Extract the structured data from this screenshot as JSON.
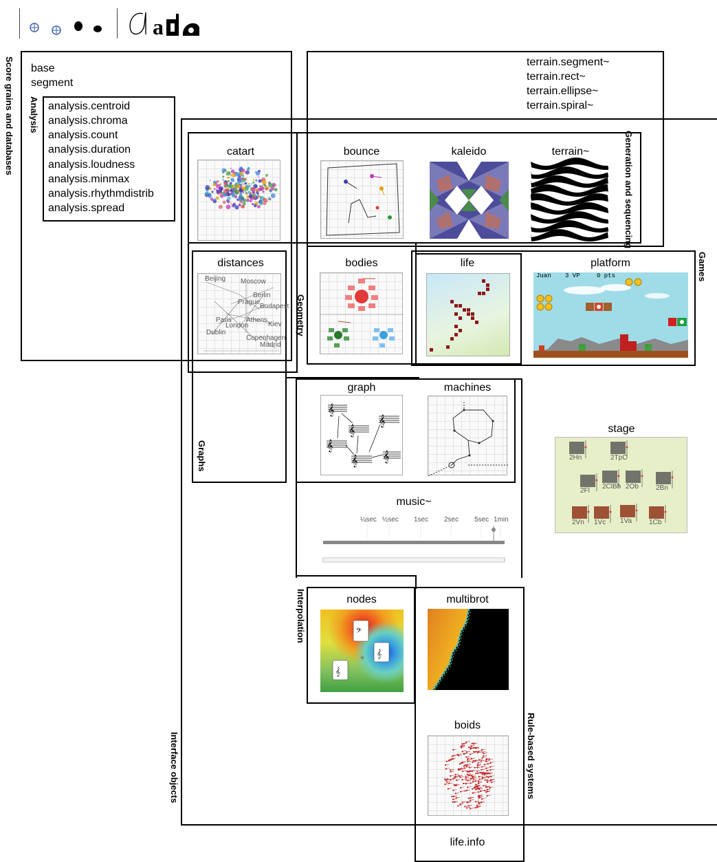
{
  "logo": {
    "text": "dada"
  },
  "regions": {
    "score": "Score grains and databases",
    "analysis": "Analysis",
    "generation": "Generation and sequencing",
    "games": "Games",
    "geometry": "Geometry",
    "graphs": "Graphs",
    "interpolation": "Interpolation",
    "rule": "Rule-based systems",
    "interface": "Interface objects"
  },
  "score_items": [
    "base",
    "segment"
  ],
  "analysis_items": [
    "analysis.centroid",
    "analysis.chroma",
    "analysis.count",
    "analysis.duration",
    "analysis.loudness",
    "analysis.minmax",
    "analysis.rhythmdistrib",
    "analysis.spread"
  ],
  "terrain_items": [
    "terrain.segment~",
    "terrain.rect~",
    "terrain.ellipse~",
    "terrain.spiral~"
  ],
  "objects": {
    "catart": "catart",
    "bounce": "bounce",
    "kaleido": "kaleido",
    "terrain": "terrain~",
    "distances": "distances",
    "bodies": "bodies",
    "life": "life",
    "platform": "platform",
    "graph": "graph",
    "machines": "machines",
    "stage": "stage",
    "music": "music~",
    "nodes": "nodes",
    "multibrot": "multibrot",
    "boids": "boids",
    "lifeinfo": "life.info"
  },
  "platform_hud": {
    "player": "Juan",
    "vp": "3 VP",
    "pts": "0 pts"
  },
  "music_ticks": [
    "¼sec",
    "½sec",
    "1sec",
    "2sec",
    "5sec",
    "1min"
  ],
  "stage_instruments": [
    "2Hn",
    "2TpC",
    "2Fl",
    "2ClBb",
    "2Ob",
    "2Bn",
    "2Vn",
    "1Vc",
    "1Va",
    "1Cb"
  ],
  "colors": {
    "stroke": "#000000",
    "accent_red": "#e03a3a",
    "life_cell": "#8b1a1a",
    "platform_sky": "#9fdce8",
    "stage_bg": "#e6efc8"
  }
}
